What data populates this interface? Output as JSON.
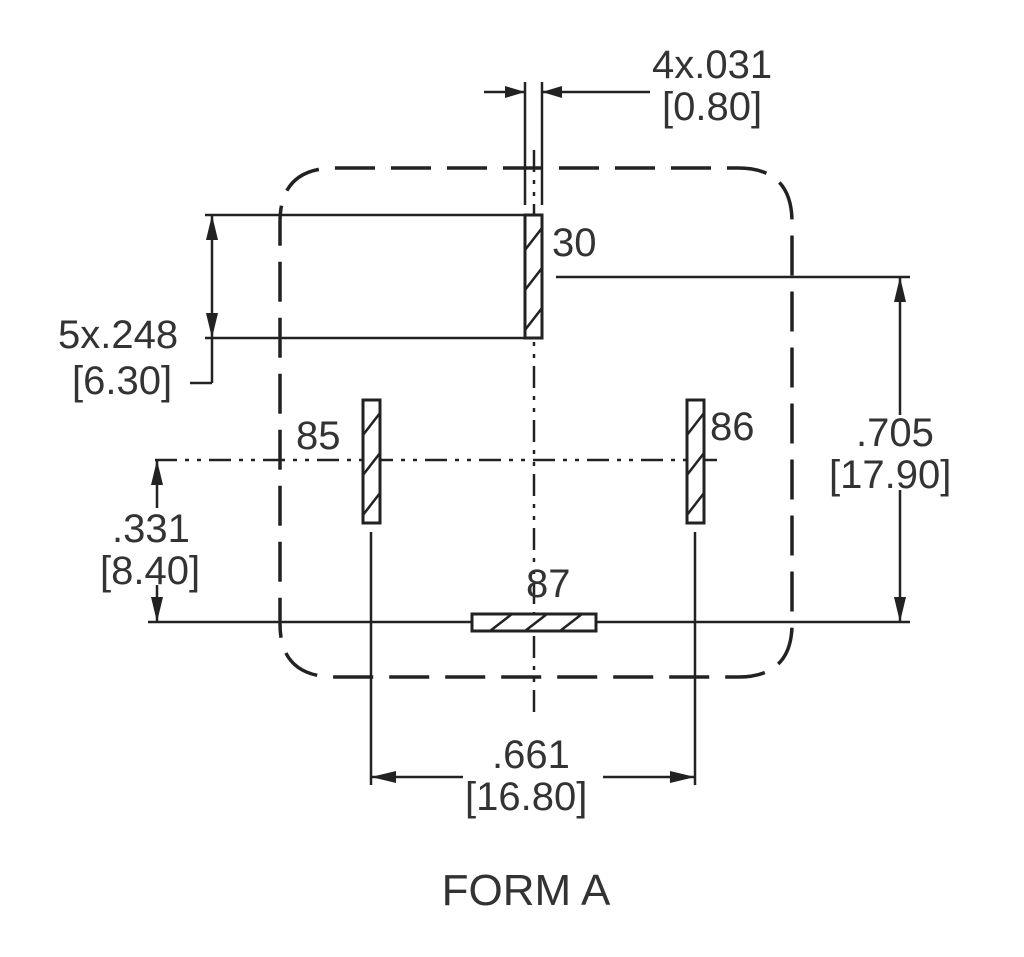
{
  "pins": {
    "p30": "30",
    "p85": "85",
    "p86": "86",
    "p87": "87"
  },
  "dimensions": {
    "pin_width": {
      "inch": "4x.031",
      "mm": "[0.80]"
    },
    "pin_length": {
      "inch": "5x.248",
      "mm": "[6.30]"
    },
    "vertical_30_87": {
      "inch": ".705",
      "mm": "[17.90]"
    },
    "vertical_85_87": {
      "inch": ".331",
      "mm": "[8.40]"
    },
    "horizontal_85_86": {
      "inch": ".661",
      "mm": "[16.80]"
    }
  },
  "caption": "FORM A"
}
